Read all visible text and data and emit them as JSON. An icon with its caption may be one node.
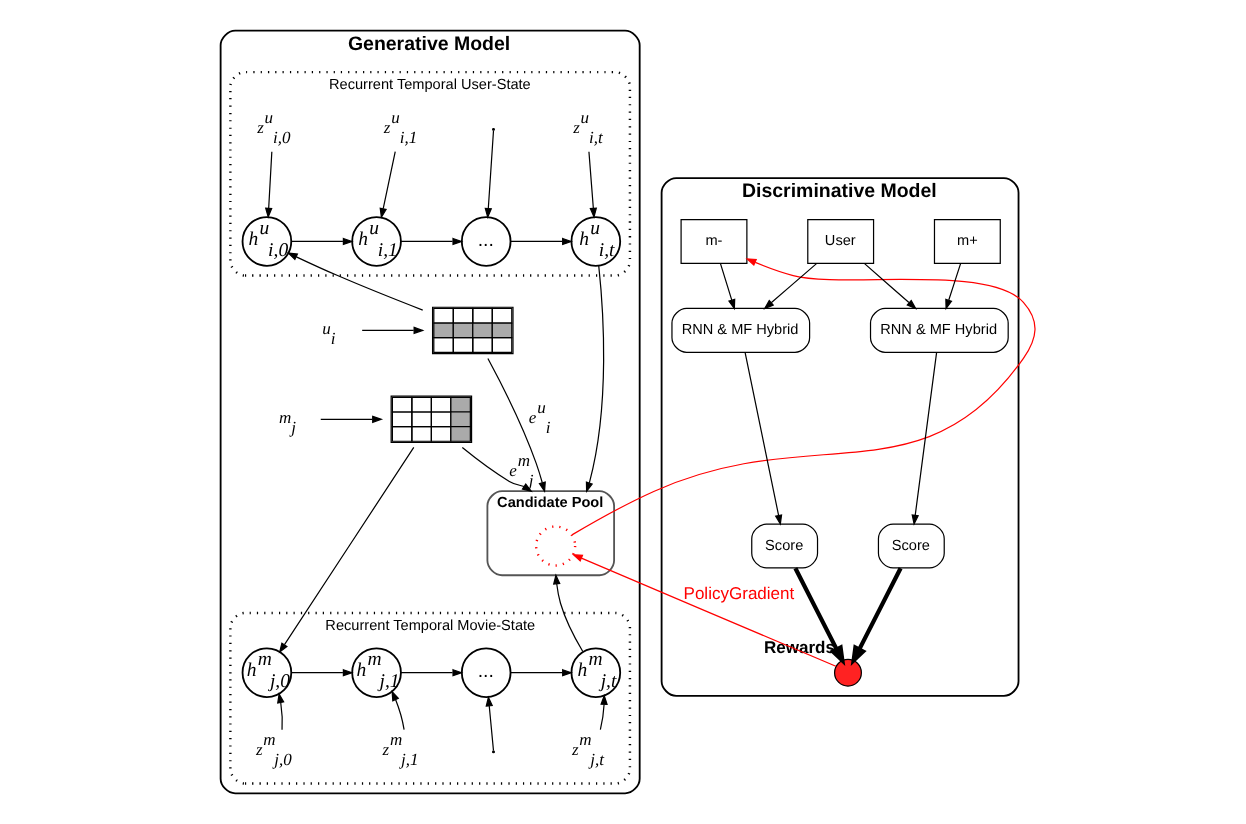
{
  "diagram": {
    "nodes": [
      {
        "text": [
          "Generative Model"
        ]
      },
      {
        "text": [
          "Recurrent Temporal User-State"
        ],
        "in": 0
      },
      {
        "text": [
          "z$^{u}$$_{i,0}$"
        ],
        "in": 1
      },
      {
        "text": [
          "z$^{u}$$_{i,1}$"
        ],
        "in": 1
      },
      {
        "text": [
          "z$^{u}$$_{i,t}$"
        ],
        "in": 1
      },
      {
        "text": [
          "h$^{u}$$_{i,0}$"
        ],
        "in": 1
      },
      {
        "text": [
          "h$^{u}$$_{i,1}$"
        ],
        "in": 1
      },
      {
        "text": [
          "..."
        ],
        "in": 1
      },
      {
        "text": [
          "h$^{u}$$_{i,t}$"
        ],
        "in": 1
      },
      {
        "text": [],
        "shape": "box",
        "in": 0
      },
      {
        "text": [
          "u$_{i}$"
        ],
        "in": 0
      },
      {
        "text": [],
        "shape": "box",
        "in": 0
      },
      {
        "text": [
          "m$_{j}$"
        ],
        "in": 0
      },
      {
        "text": [
          "Candidate Pool"
        ],
        "in": 0
      },
      {
        "text": [],
        "shape": "circle",
        "in": 13
      },
      {
        "text": [
          "Recurrent Temporal Movie-State"
        ],
        "in": 0
      },
      {
        "text": [
          "h$^{m}$$_{j,0}$"
        ],
        "in": 15
      },
      {
        "text": [
          "h$^{m}$$_{j,1}$"
        ],
        "in": 15
      },
      {
        "text": [
          "..."
        ],
        "in": 15
      },
      {
        "text": [
          "h$^{m}$$_{j,t}$"
        ],
        "in": 15
      },
      {
        "text": [
          "z$^{m}$$_{j,0}$"
        ],
        "in": 15
      },
      {
        "text": [
          "z$^{m}$$_{j,1}$"
        ],
        "in": 15
      },
      {
        "text": [
          "z$^{m}$$_{j,t}$"
        ],
        "in": 15
      },
      {
        "text": [
          "Discriminative Model"
        ]
      },
      {
        "text": [
          "m-"
        ],
        "in": 23
      },
      {
        "text": [
          "User"
        ],
        "in": 23
      },
      {
        "text": [
          "m+"
        ],
        "in": 23
      },
      {
        "text": [
          "RNN & MF Hybrid"
        ],
        "in": 23
      },
      {
        "text": [
          "RNN & MF Hybrid"
        ],
        "in": 23
      },
      {
        "text": [
          "Score"
        ],
        "in": 23
      },
      {
        "text": [
          "Score"
        ],
        "in": 23
      },
      {
        "text": [
          "Rewards"
        ],
        "in": 23
      }
    ],
    "edges": [
      {
        "from": 2,
        "to": 5,
        "arrow": "to"
      },
      {
        "from": 3,
        "to": 6,
        "arrow": "to"
      },
      {
        "from": null,
        "to": 7,
        "arrow": "to"
      },
      {
        "from": 4,
        "to": 8,
        "arrow": "to"
      },
      {
        "from": 5,
        "to": 6,
        "arrow": "to"
      },
      {
        "from": 6,
        "to": 7,
        "arrow": "to"
      },
      {
        "from": 7,
        "to": 8,
        "arrow": "to"
      },
      {
        "from": 8,
        "to": 13,
        "arrow": "to"
      },
      {
        "from": 9,
        "to": 5,
        "arrow": "to"
      },
      {
        "from": 10,
        "to": 9,
        "arrow": "to"
      },
      {
        "from": 9,
        "to": 13,
        "arrow": "to",
        "label": "e$^{u}$$_{i}$"
      },
      {
        "from": 12,
        "to": 11,
        "arrow": "to"
      },
      {
        "from": 11,
        "to": 13,
        "arrow": "to",
        "label": "e$^{m}$$_{j}$"
      },
      {
        "from": 11,
        "to": 16,
        "arrow": "to"
      },
      {
        "from": 16,
        "to": 17,
        "arrow": "to"
      },
      {
        "from": 17,
        "to": 18,
        "arrow": "to"
      },
      {
        "from": 18,
        "to": 19,
        "arrow": "to"
      },
      {
        "from": 19,
        "to": 13,
        "arrow": "to"
      },
      {
        "from": 20,
        "to": 16,
        "arrow": "to"
      },
      {
        "from": 21,
        "to": 17,
        "arrow": "to"
      },
      {
        "from": null,
        "to": 18,
        "arrow": "to"
      },
      {
        "from": 22,
        "to": 19,
        "arrow": "to"
      },
      {
        "from": 14,
        "to": 24,
        "arrow": "to",
        "color": "#ff0000"
      },
      {
        "from": 24,
        "to": 27,
        "arrow": "to"
      },
      {
        "from": 25,
        "to": 27,
        "arrow": "to"
      },
      {
        "from": 25,
        "to": 28,
        "arrow": "to"
      },
      {
        "from": 26,
        "to": 28,
        "arrow": "to"
      },
      {
        "from": 27,
        "to": 29,
        "arrow": "to"
      },
      {
        "from": 28,
        "to": 30,
        "arrow": "to"
      },
      {
        "from": 29,
        "to": 31,
        "arrow": "to",
        "style": "thick"
      },
      {
        "from": 30,
        "to": 31,
        "arrow": "to",
        "style": "thick"
      },
      {
        "from": 31,
        "to": 14,
        "arrow": "to",
        "color": "#ff0000",
        "label": "PolicyGradient"
      }
    ]
  }
}
